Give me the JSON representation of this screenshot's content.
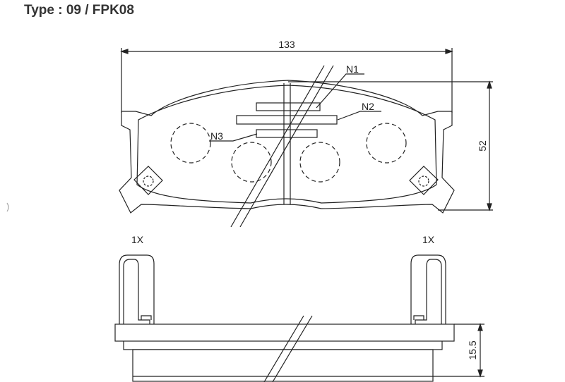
{
  "header": {
    "title": "Type : 09 / FPK08"
  },
  "dimensions": {
    "width": "133",
    "height": "52",
    "thickness": "15.5"
  },
  "callouts": {
    "n1": "N1",
    "n2": "N2",
    "n3": "N3"
  },
  "clip_labels": {
    "left": "1X",
    "right": "1X"
  }
}
